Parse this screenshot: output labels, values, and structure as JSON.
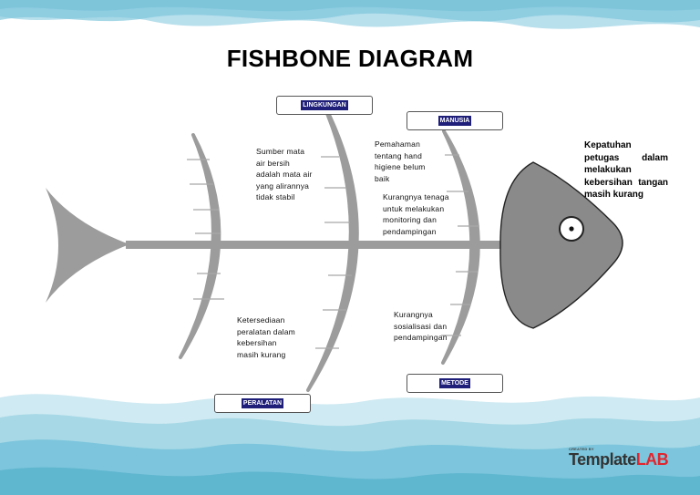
{
  "title": "FISHBONE DIAGRAM",
  "categories": {
    "lingkungan": "LINGKUNGAN",
    "manusia": "MANUSIA",
    "peralatan": "PERALATAN",
    "metode": "METODE"
  },
  "causes": {
    "lingkungan": [
      "Sumber mata",
      "air bersih",
      "adalah mata air",
      "yang alirannya",
      "tidak stabil"
    ],
    "manusia_1": [
      "Pemahaman",
      "tentang hand",
      "higiene belum",
      "baik"
    ],
    "manusia_2": [
      "Kurangnya tenaga",
      "untuk melakukan",
      "monitoring dan",
      "pendampingan"
    ],
    "peralatan": [
      "Ketersediaan",
      "peralatan dalam",
      "kebersihan",
      "masih kurang"
    ],
    "metode": [
      "Kurangnya",
      "sosialisasi dan",
      "pendampingan"
    ]
  },
  "effect": "Kepatuhan petugas dalam melakukan kebersihan tangan masih kurang",
  "brand": {
    "created_by": "CREATED BY",
    "name_part1": "Template",
    "name_part2": "LAB"
  },
  "colors": {
    "water_light": "#cfeaf2",
    "water_mid": "#a6d8e6",
    "water_dark": "#7cc5dc",
    "bone": "#9c9c9c",
    "head": "#8a8a8a",
    "label_fill": "#1f1f7a"
  }
}
